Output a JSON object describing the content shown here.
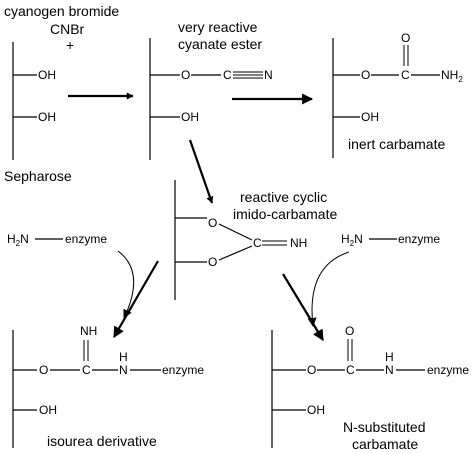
{
  "captions": {
    "reagent_name": "cyanogen bromide",
    "reagent_formula": "CNBr",
    "plus": "+",
    "cyanate_line1": "very reactive",
    "cyanate_line2": "cyanate ester",
    "inert_carbamate": "inert carbamate",
    "sepharose": "Sepharose",
    "cyclic_line1": "reactive cyclic",
    "cyclic_line2": "imido-carbamate",
    "isourea": "isourea derivative",
    "nsub_line1": "N-substituted",
    "nsub_line2": "carbamate"
  },
  "atoms": {
    "oh": "OH",
    "o": "O",
    "c": "C",
    "n": "N",
    "nh": "NH",
    "h": "H",
    "nh2_main": "NH",
    "subscript_2": "2",
    "h2n_main": "H",
    "h2n_n": "N",
    "enzyme": "enzyme"
  }
}
